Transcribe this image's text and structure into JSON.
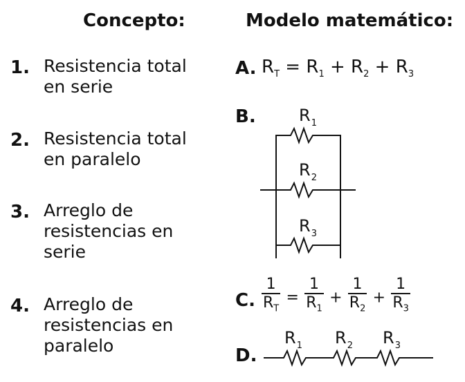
{
  "headers": {
    "concept": "Concepto:",
    "model": "Modelo matemático:"
  },
  "concepts": [
    {
      "number": "1.",
      "text": "Resistencia total en serie"
    },
    {
      "number": "2.",
      "text": "Resistencia total en paralelo"
    },
    {
      "number": "3.",
      "text": "Arreglo de resistencias en serie"
    },
    {
      "number": "4.",
      "text": "Arreglo de resistencias en paralelo"
    }
  ],
  "options": {
    "a": {
      "label": "A.",
      "lhs": "R",
      "lhs_sub": "T",
      "eq": "=",
      "terms": [
        "R",
        "R",
        "R"
      ],
      "subs": [
        "1",
        "2",
        "3"
      ],
      "plus": "+"
    },
    "b": {
      "label": "B.",
      "resistors": [
        "R",
        "R",
        "R"
      ],
      "subs": [
        "1",
        "2",
        "3"
      ]
    },
    "c": {
      "label": "C.",
      "numerator": "1",
      "lhs_den": "R",
      "lhs_sub": "T",
      "eq": "=",
      "den": [
        "R",
        "R",
        "R"
      ],
      "subs": [
        "1",
        "2",
        "3"
      ],
      "plus": "+"
    },
    "d": {
      "label": "D.",
      "resistors": [
        "R",
        "R",
        "R"
      ],
      "subs": [
        "1",
        "2",
        "3"
      ]
    }
  }
}
